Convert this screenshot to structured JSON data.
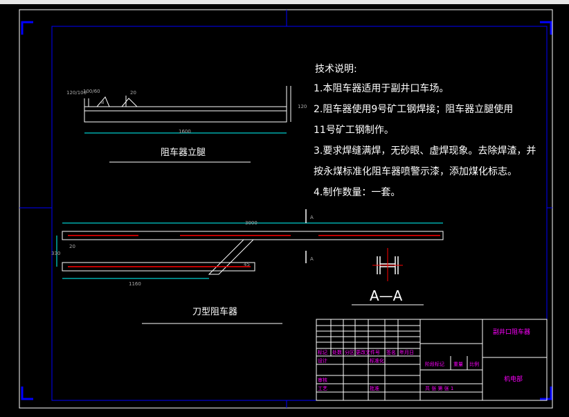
{
  "colors": {
    "background": "#000000",
    "frame_white": "#ffffff",
    "frame_blue": "#0000ff",
    "hidden_red": "#ff0000",
    "dim_cyan": "#00ffff",
    "title_magenta": "#ff00ff"
  },
  "tech_notes": {
    "heading": "技术说明:",
    "lines": [
      "1.本阻车器适用于副井口车场。",
      "2.阻车器使用9号矿工钢焊接；阻车器立腿使用",
      "11号矿工钢制作。",
      "3.要求焊缝满焊，无砂眼、虚焊现象。去除焊渣，并",
      "按永煤标准化阻车器喷警示漆，添加煤化标志。",
      "4.制作数量：一套。"
    ]
  },
  "views": {
    "leg_view": {
      "caption": "阻车器立腿",
      "dims": {
        "length": "1600",
        "height": "120",
        "top_small": "20",
        "side_small": "100/60",
        "left_label": "120/100",
        "marker": "8"
      }
    },
    "blade_view": {
      "caption": "刀型阻车器",
      "dims": {
        "overall": "3000",
        "lower": "1160",
        "left_height": "330",
        "gap": "20",
        "angle": "45"
      }
    },
    "section_view": {
      "caption": "A—A",
      "cut_marker": "A"
    }
  },
  "title_block": {
    "drawing_name": "副井口阻车器",
    "department": "机电部",
    "row_labels": [
      "标记",
      "处数",
      "分区",
      "更改文件号",
      "签名",
      "年月日"
    ],
    "left_labels": [
      "设计",
      "标准化",
      "审核",
      "工艺",
      "批准"
    ],
    "right_labels": [
      "阶段标记",
      "重量",
      "比例"
    ],
    "sheet_text": "共 张 第 张 1"
  }
}
